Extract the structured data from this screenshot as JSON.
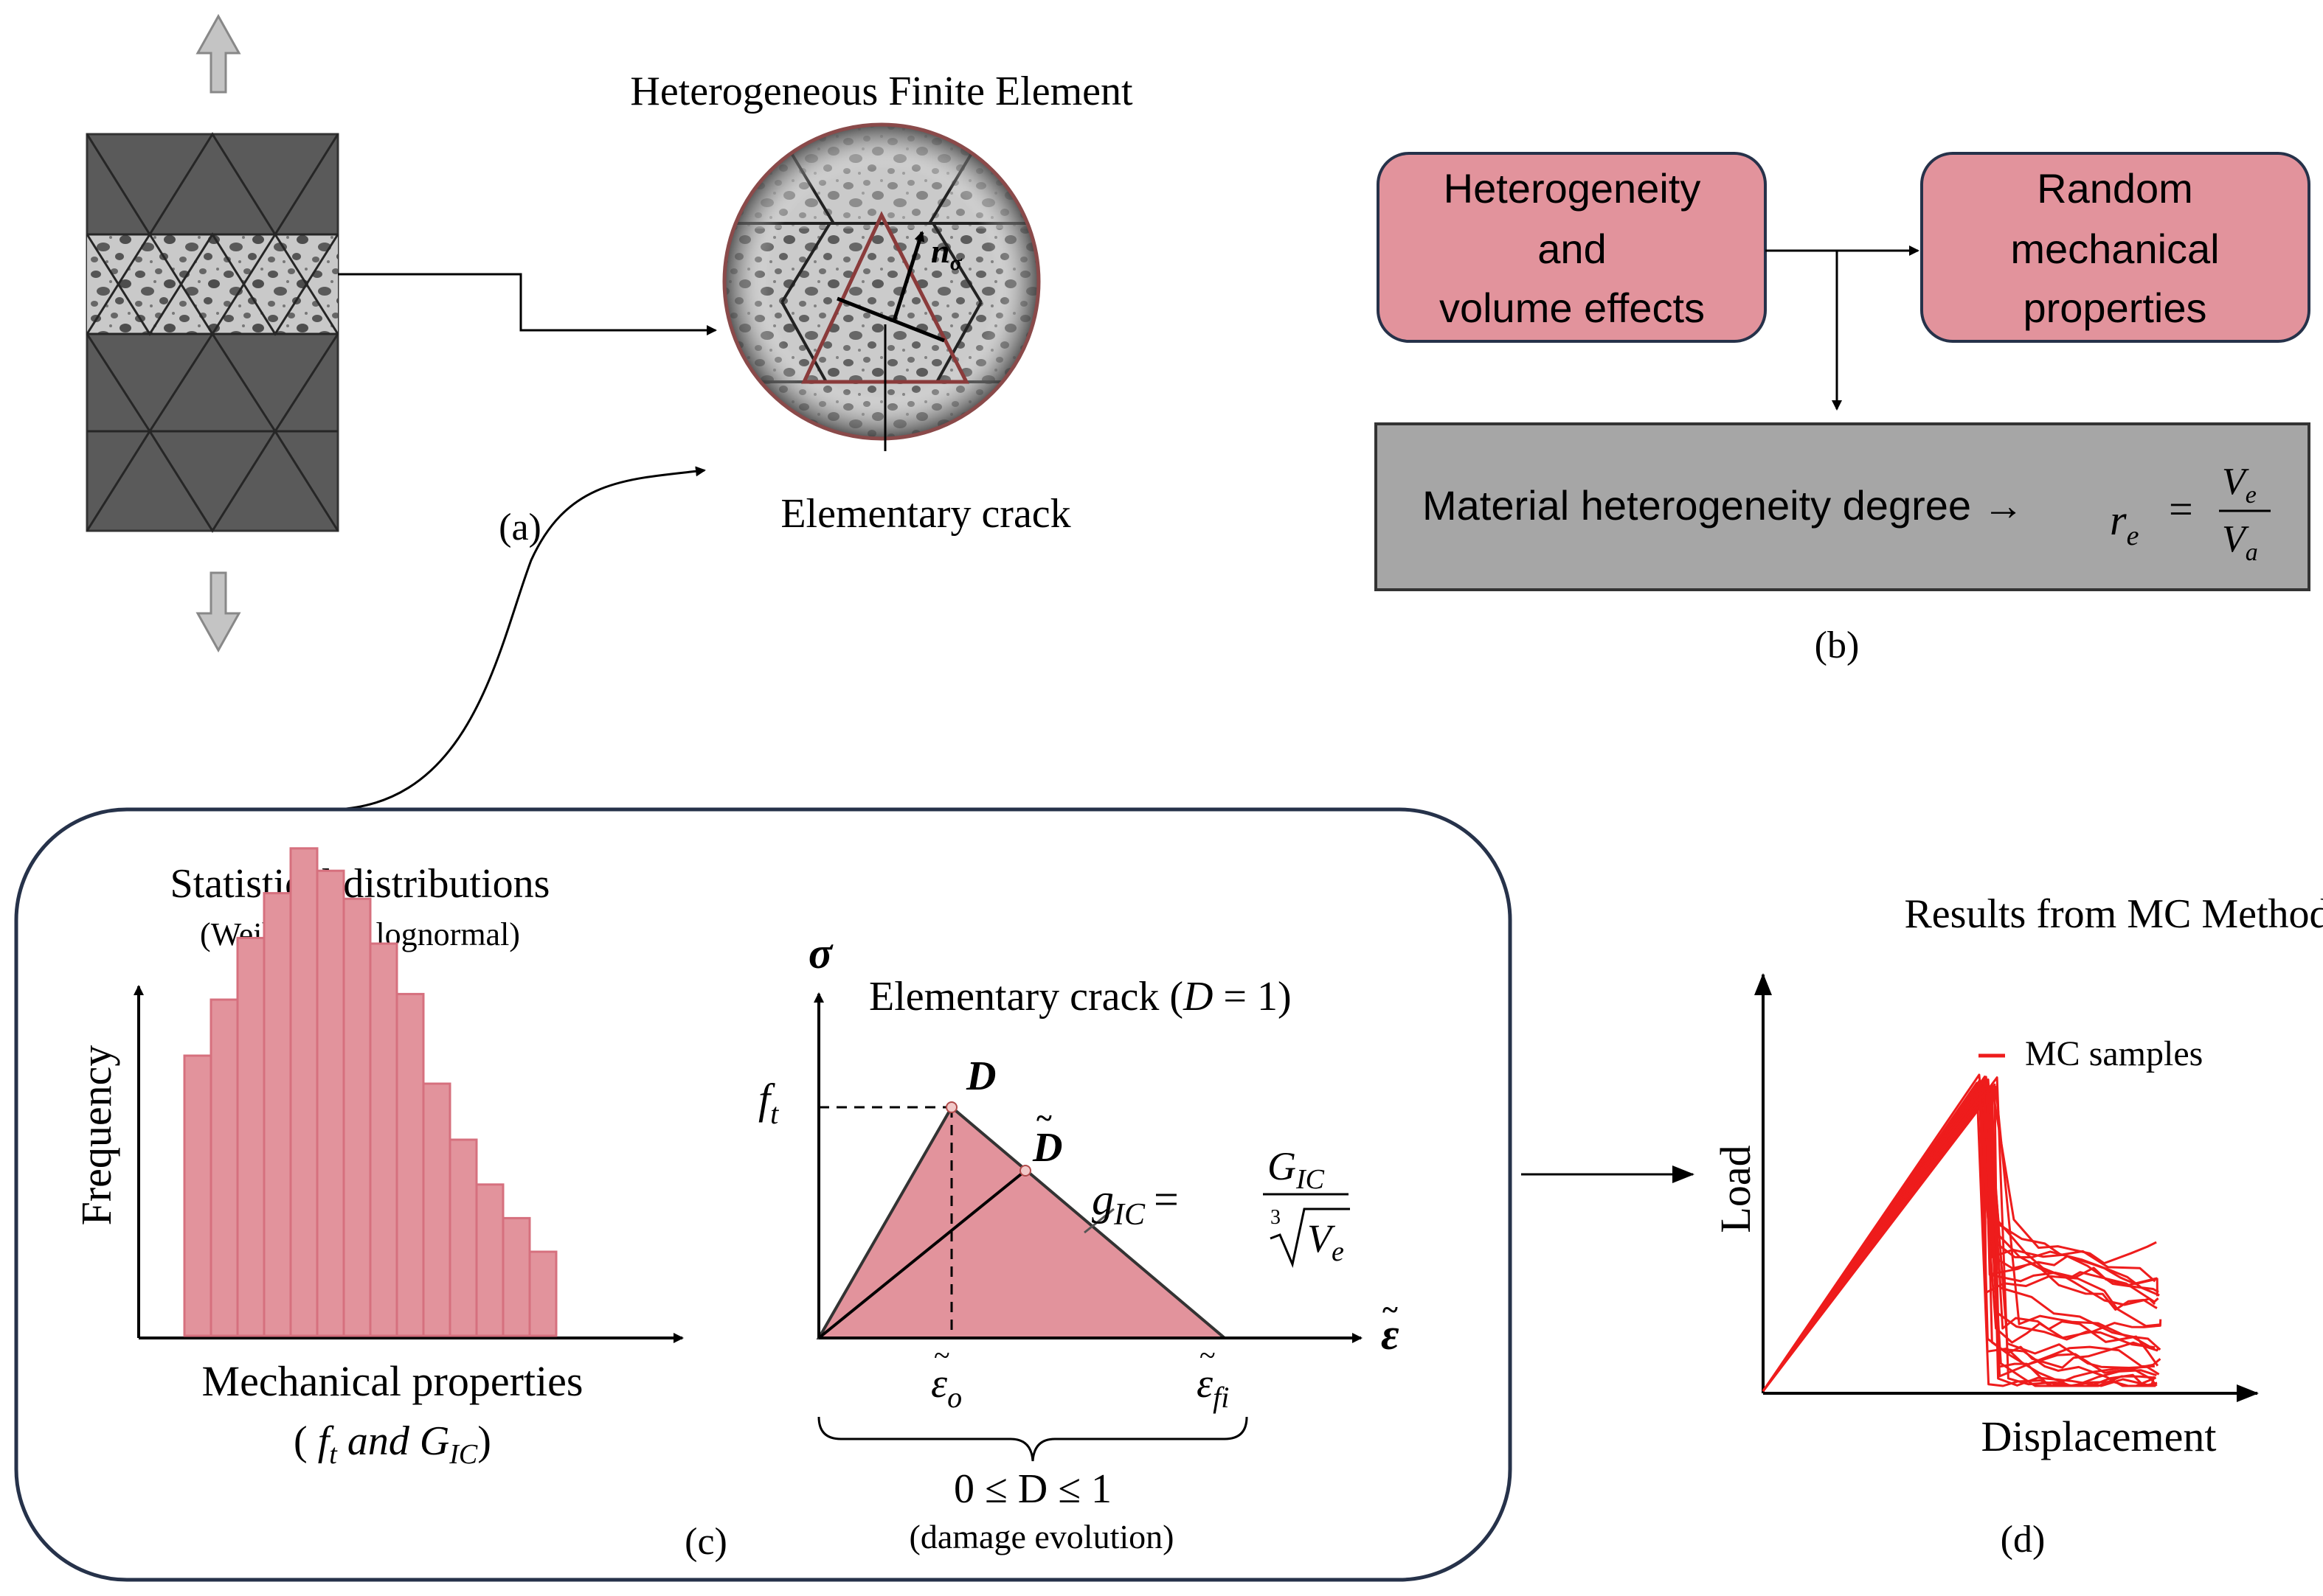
{
  "panel_a": {
    "title": "Heterogeneous Finite Element",
    "crack_label": "Elementary crack",
    "normal_symbol": "n",
    "normal_subscript": "σ",
    "caption": "(a)"
  },
  "panel_b": {
    "box1": [
      "Heterogeneity",
      "and",
      "volume effects"
    ],
    "box2": [
      "Random",
      "mechanical",
      "properties"
    ],
    "formula_text": "Material heterogeneity degree →",
    "formula_lhs": "r",
    "formula_lhs_sub": "e",
    "formula_eq": "=",
    "numerator": "V",
    "numerator_sub": "e",
    "denominator": "V",
    "denominator_sub": "a",
    "caption": "(b)",
    "box_color": "#e2939c",
    "formula_box_color": "#a6a6a6"
  },
  "panel_c": {
    "hist_title": "Statistical distributions",
    "hist_subtitle": "(Weibull and lognormal)",
    "ylabel": "Frequency",
    "xlabel": "Mechanical properties",
    "xlabel2_open": "( ",
    "xlabel2_ft": "f",
    "xlabel2_ft_sub": "t",
    "xlabel2_and": " and ",
    "xlabel2_G": "G",
    "xlabel2_G_sub": "IC",
    "xlabel2_close": ")",
    "sigma_label": "σ",
    "crack_title": "Elementary crack (",
    "crack_D": "D",
    "crack_eq": " = 1)",
    "ft_label": "f",
    "ft_sub": "t",
    "D_label": "D",
    "Dtilde_label": "D",
    "g_label": "g",
    "g_sub": "IC",
    "g_eq": "=",
    "g_num": "G",
    "g_num_sub": "IC",
    "g_root_index": "3",
    "g_den": "V",
    "g_den_sub": "e",
    "eps_label": "ε",
    "eps0_label": "ε",
    "eps0_sub": "o",
    "epsfi_label": "ε",
    "epsfi_sub": "fi",
    "damage_range": "0 ≤ D ≤ 1",
    "damage_caption": "(damage evolution)",
    "caption": "(c)",
    "hist_color": "#e2939c",
    "hist_edge": "#d6707e"
  },
  "panel_d": {
    "title": "Results from MC Method",
    "legend": "MC samples",
    "ylabel": "Load",
    "xlabel": "Displacement",
    "caption": "(d)",
    "line_color": "#ee1c1c"
  },
  "chart_data": [
    {
      "type": "bar",
      "title": "Statistical distributions",
      "subtitle": "(Weibull and lognormal)",
      "xlabel": "Mechanical properties",
      "ylabel": "Frequency",
      "values": [
        0.5,
        0.6,
        0.71,
        0.79,
        0.87,
        0.83,
        0.78,
        0.7,
        0.61,
        0.45,
        0.35,
        0.27,
        0.21,
        0.15
      ]
    },
    {
      "type": "line",
      "title": "Results from MC Method",
      "xlabel": "Displacement",
      "ylabel": "Load",
      "series": [
        {
          "name": "MC samples"
        }
      ]
    }
  ]
}
